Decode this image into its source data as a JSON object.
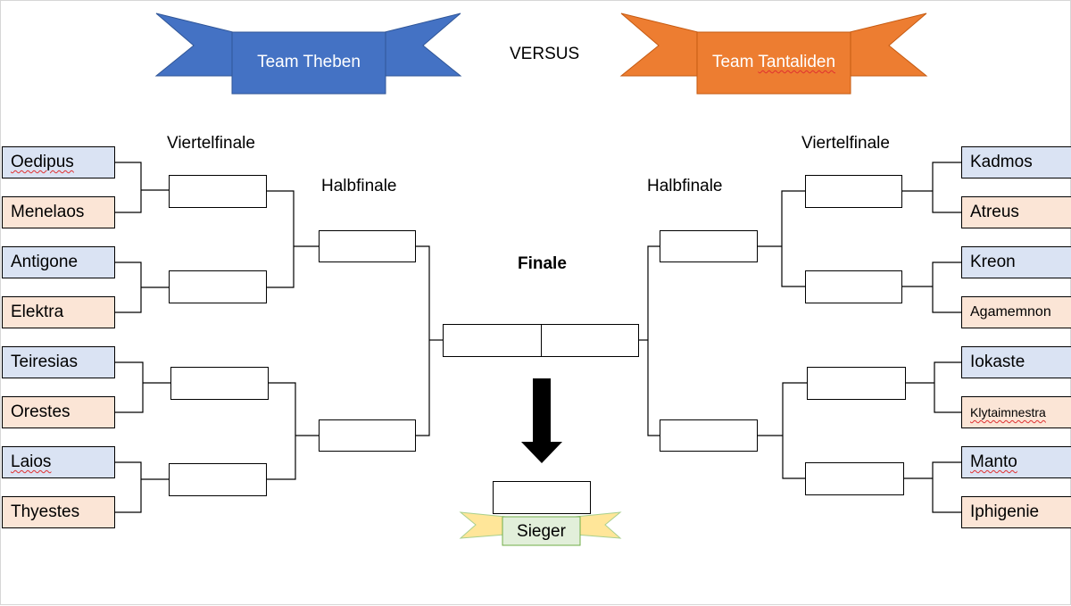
{
  "header": {
    "team_left": "Team Theben",
    "team_right": "Team Tantaliden",
    "versus": "VERSUS"
  },
  "rounds": {
    "quarterfinal": "Viertelfinale",
    "semifinal": "Halbfinale",
    "final": "Finale",
    "winner": "Sieger"
  },
  "left_teams": [
    "Oedipus",
    "Menelaos",
    "Antigone",
    "Elektra",
    "Teiresias",
    "Orestes",
    "Laios",
    "Thyestes"
  ],
  "right_teams": [
    "Kadmos",
    "Atreus",
    "Kreon",
    "Agamemnon",
    "Iokaste",
    "Klytaimnestra",
    "Manto",
    "Iphigenie"
  ],
  "colors": {
    "banner_left": "#4472c4",
    "banner_left_dark": "#2f5597",
    "banner_right": "#ed7d31",
    "banner_right_dark": "#c55a11",
    "entry_theben": "#dae3f3",
    "entry_tantaliden": "#fbe5d6",
    "winner_banner": "#ffe699",
    "winner_label": "#e2efda",
    "arrow": "#000000"
  }
}
